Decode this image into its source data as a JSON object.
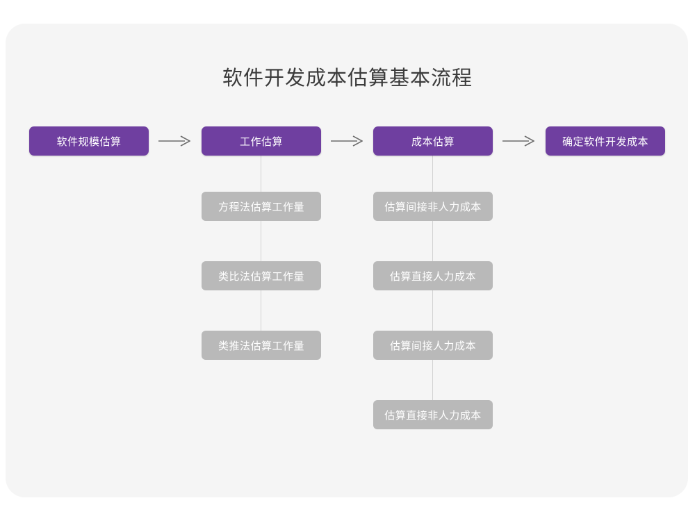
{
  "page": {
    "background_color": "#ffffff",
    "card_color": "#f5f5f5",
    "accent_color": "#6f3fa0",
    "secondary_color": "#b9b9b9",
    "connector_color": "#d2d2d2",
    "title": "软件开发成本估算基本流程"
  },
  "flow": {
    "main_steps": [
      {
        "label": "软件规模估算"
      },
      {
        "label": "工作估算"
      },
      {
        "label": "成本估算"
      },
      {
        "label": "确定软件开发成本"
      }
    ],
    "arrows": [
      {
        "name": "arrow-1",
        "icon": "arrow-right-icon"
      },
      {
        "name": "arrow-2",
        "icon": "arrow-right-icon"
      },
      {
        "name": "arrow-3",
        "icon": "arrow-right-icon"
      }
    ],
    "branches": [
      {
        "parent": "工作估算",
        "items": [
          {
            "label": "方程法估算工作量"
          },
          {
            "label": "类比法估算工作量"
          },
          {
            "label": "类推法估算工作量"
          }
        ]
      },
      {
        "parent": "成本估算",
        "items": [
          {
            "label": "估算间接非人力成本"
          },
          {
            "label": "估算直接人力成本"
          },
          {
            "label": "估算间接人力成本"
          },
          {
            "label": "估算直接非人力成本"
          }
        ]
      }
    ]
  }
}
